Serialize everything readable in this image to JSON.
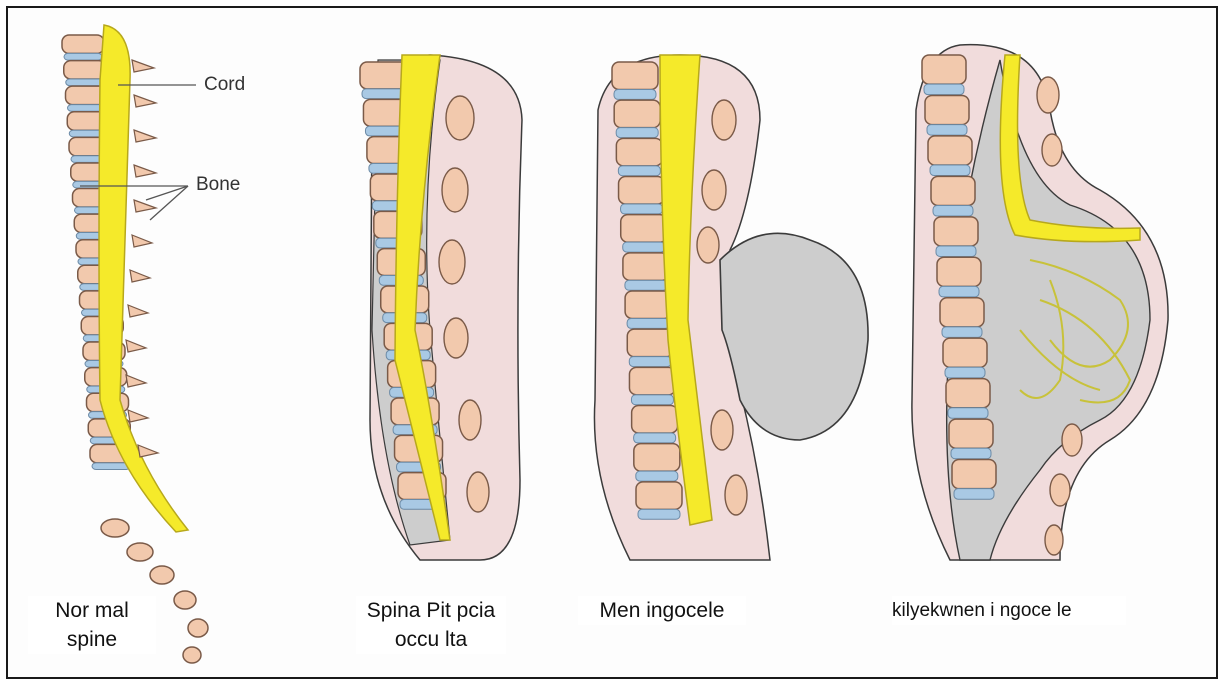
{
  "panels": [
    {
      "caption": "Nor mal\nspine"
    },
    {
      "caption": "Spina Pit pcia\noccu lta"
    },
    {
      "caption": "Men ingocele"
    },
    {
      "caption": "kilyekwnen i ngoce le"
    }
  ],
  "labels": {
    "cord": "Cord",
    "bone": "Bone"
  },
  "colors": {
    "vertebra": "#f2c9ad",
    "vertebra_stroke": "#7a5a48",
    "disc": "#a9c9e4",
    "cord": "#f5ea2a",
    "tissue": "#f1dcdc",
    "sac": "#cdcdcd",
    "outline": "#3b3b3b"
  }
}
